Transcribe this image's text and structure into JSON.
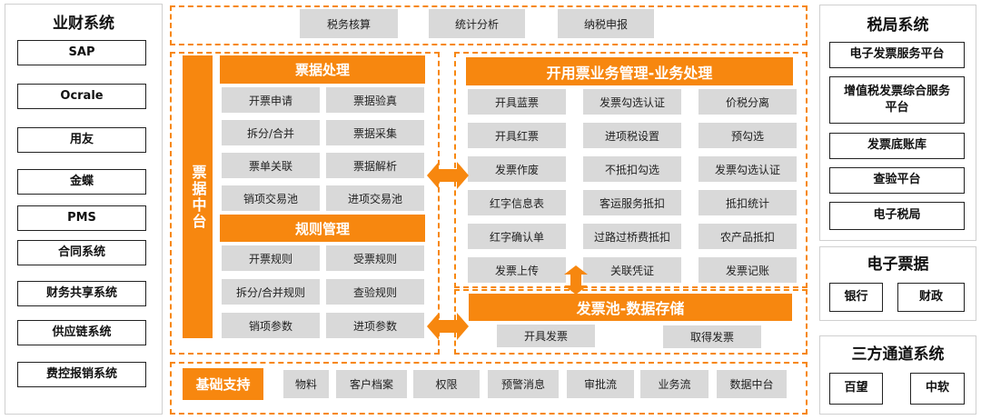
{
  "colors": {
    "accent": "#f7870f",
    "module": "#d9d9d9"
  },
  "left": {
    "title": "业财系统",
    "items": [
      "SAP",
      "Ocrale",
      "用友",
      "金蝶",
      "PMS",
      "合同系统",
      "财务共享系统",
      "供应链系统",
      "费控报销系统"
    ]
  },
  "top": {
    "items": [
      "税务核算",
      "统计分析",
      "纳税申报"
    ]
  },
  "bill_center": {
    "label": "票据中台",
    "processing": {
      "title": "票据处理",
      "items": [
        "开票申请",
        "票据验真",
        "拆分/合并",
        "票据采集",
        "票单关联",
        "票据解析",
        "销项交易池",
        "进项交易池"
      ]
    },
    "rules": {
      "title": "规则管理",
      "items": [
        "开票规则",
        "受票规则",
        "拆分/合并规则",
        "查验规则",
        "销项参数",
        "进项参数"
      ]
    }
  },
  "business": {
    "title": "开用票业务管理-业务处理",
    "items": [
      "开具蓝票",
      "发票勾选认证",
      "价税分离",
      "开具红票",
      "进项税设置",
      "预勾选",
      "发票作废",
      "不抵扣勾选",
      "发票勾选认证",
      "红字信息表",
      "客运服务抵扣",
      "抵扣统计",
      "红字确认单",
      "过路过桥费抵扣",
      "农产品抵扣",
      "发票上传",
      "关联凭证",
      "发票记账"
    ]
  },
  "pool": {
    "title": "发票池-数据存储",
    "items": [
      "开具发票",
      "取得发票"
    ]
  },
  "base": {
    "title": "基础支持",
    "items": [
      "物料",
      "客户档案",
      "权限",
      "预警消息",
      "审批流",
      "业务流",
      "数据中台"
    ]
  },
  "tax": {
    "title": "税局系统",
    "items": [
      "电子发票服务平台",
      "增值税发票综合服务平台",
      "发票底账库",
      "查验平台",
      "电子税局"
    ]
  },
  "ebill": {
    "title": "电子票据",
    "items": [
      "银行",
      "财政"
    ]
  },
  "third": {
    "title": "三方通道系统",
    "items": [
      "百望",
      "中软"
    ]
  }
}
